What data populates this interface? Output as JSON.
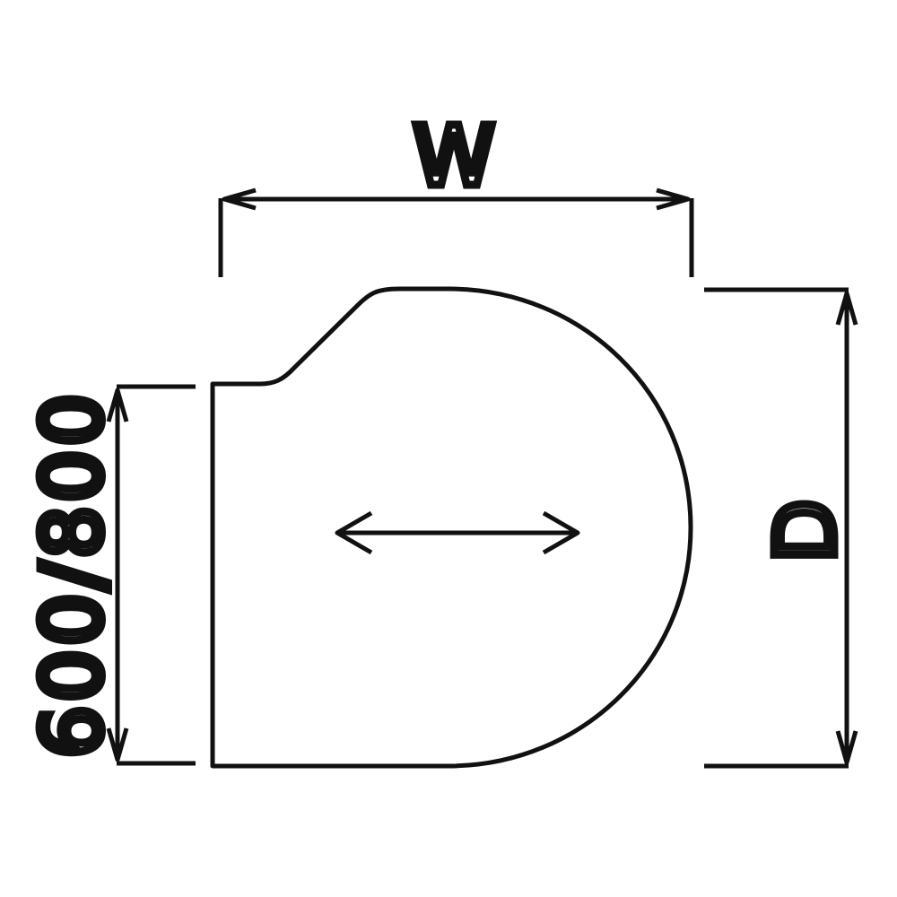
{
  "diagram": {
    "labels": {
      "width": "W",
      "depth": "D",
      "side_depth": "600/800"
    },
    "colors": {
      "line": "#111111",
      "background": "#ffffff"
    }
  }
}
